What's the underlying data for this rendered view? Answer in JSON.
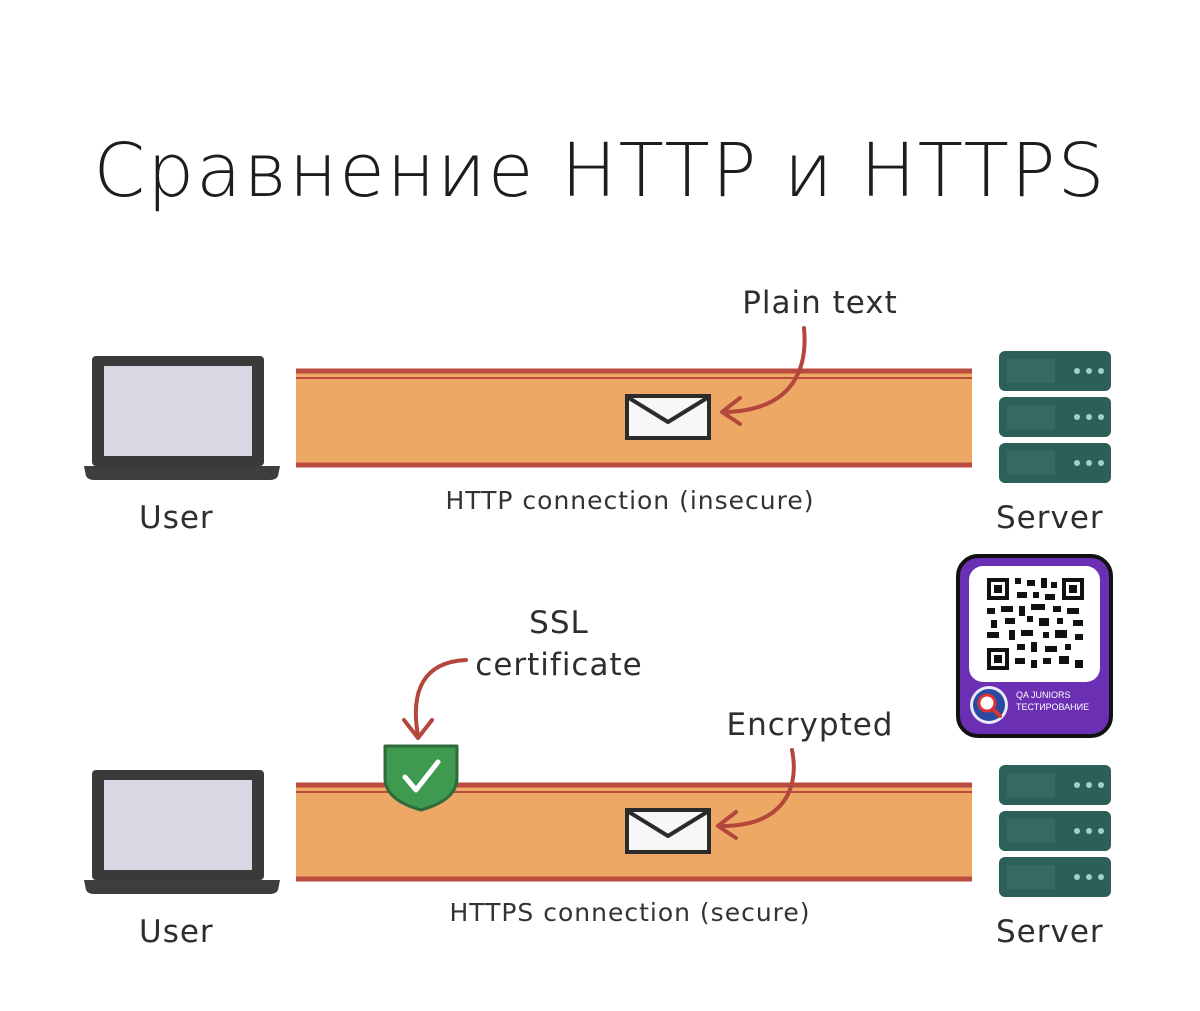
{
  "title": "Сравнение HTTP и HTTPS",
  "rows": [
    {
      "user_label": "User",
      "server_label": "Server",
      "connection_label": "HTTP connection (insecure)",
      "message_annotation": "Plain text"
    },
    {
      "user_label": "User",
      "server_label": "Server",
      "connection_label": "HTTPS connection (secure)",
      "message_annotation": "Encrypted",
      "certificate_annotation_line1": "SSL",
      "certificate_annotation_line2": "certificate"
    }
  ],
  "badge": {
    "line1": "QA JUNIORS",
    "line2": "ТЕСТИРОВАНИЕ"
  },
  "colors": {
    "pipe": "#eea865",
    "pipe_edge": "#bb4a3f",
    "arrow": "#b3473c",
    "server": "#2c5f57",
    "shield": "#3e9a4e",
    "badge": "#6a2fb3"
  }
}
